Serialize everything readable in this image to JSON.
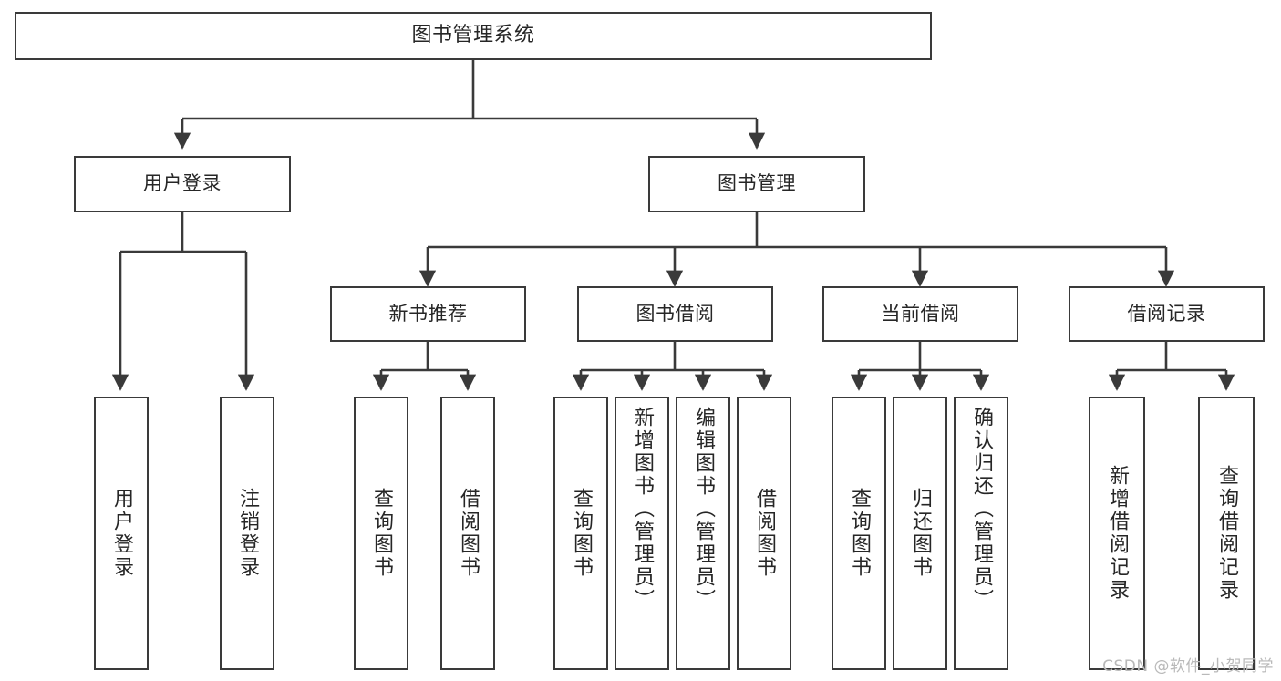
{
  "diagram": {
    "title": "图书管理系统",
    "type": "tree",
    "watermark": "CSDN @软件_小贺同学",
    "colors": {
      "node_border": "#3a3a3a",
      "node_fill": "#ffffff",
      "edge": "#3a3a3a",
      "text": "#262626",
      "watermark": "#b9b9b9",
      "background": "#ffffff"
    },
    "nodes": {
      "root": {
        "label": "图书管理系统"
      },
      "level2": [
        {
          "label": "用户登录"
        },
        {
          "label": "图书管理"
        }
      ],
      "level3": [
        {
          "label": "新书推荐"
        },
        {
          "label": "图书借阅"
        },
        {
          "label": "当前借阅"
        },
        {
          "label": "借阅记录"
        }
      ],
      "leaves": {
        "user_login": [
          {
            "label": "用户登录"
          },
          {
            "label": "注销登录"
          }
        ],
        "new_book_recommend": [
          {
            "label": "查询图书"
          },
          {
            "label": "借阅图书"
          }
        ],
        "book_borrow": [
          {
            "label": "查询图书"
          },
          {
            "label": "新增图书（管理员）"
          },
          {
            "label": "编辑图书（管理员）"
          },
          {
            "label": "借阅图书"
          }
        ],
        "current_borrow": [
          {
            "label": "查询图书"
          },
          {
            "label": "归还图书"
          },
          {
            "label": "确认归还（管理员）"
          }
        ],
        "borrow_record": [
          {
            "label": "新增借阅记录"
          },
          {
            "label": "查询借阅记录"
          }
        ]
      }
    }
  }
}
